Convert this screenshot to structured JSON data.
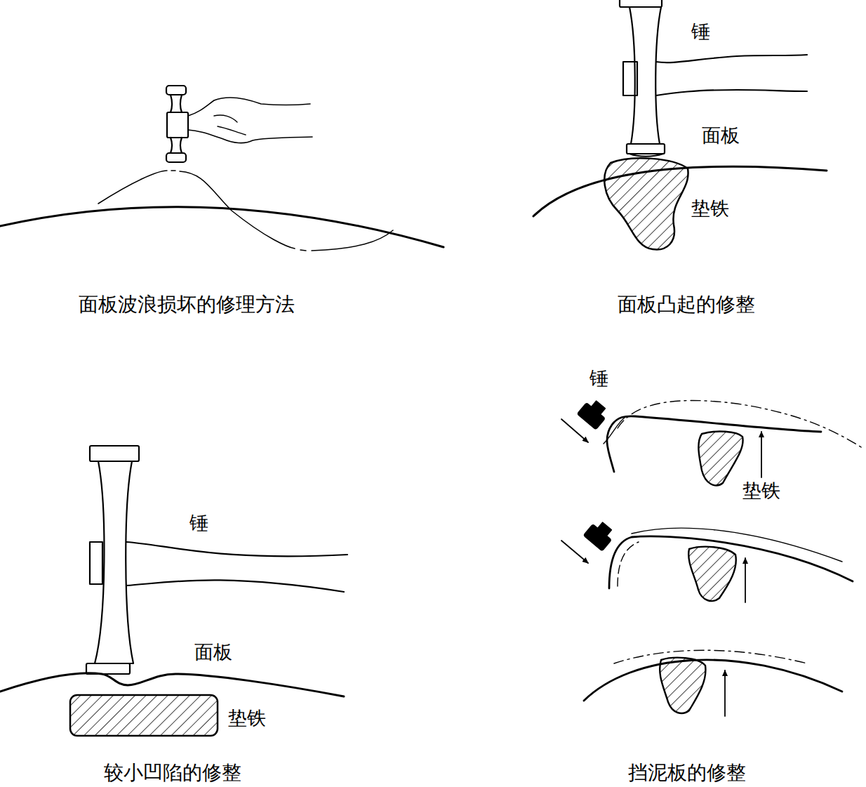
{
  "diagram": {
    "labels": [
      "锤",
      "面板",
      "垫铁",
      "面板波浪损坏的修理方法",
      "面板凸起的修整",
      "锤",
      "锤",
      "垫铁",
      "面板",
      "垫铁",
      "较小凹陷的修整",
      "挡泥板的修整"
    ]
  }
}
